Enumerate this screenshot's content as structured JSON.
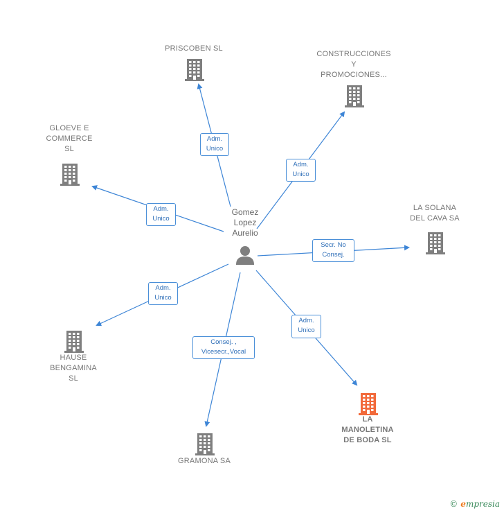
{
  "person": {
    "label": "Gomez\nLopez\nAurelio",
    "icon": "person-icon"
  },
  "companies": [
    {
      "id": "priscoben",
      "label": "PRISCOBEN SL",
      "highlight": false,
      "icon": "building-icon"
    },
    {
      "id": "construcciones",
      "label": "CONSTRUCCIONES\nY\nPROMOCIONES...",
      "highlight": false,
      "icon": "building-icon"
    },
    {
      "id": "gloeve",
      "label": "GLOEVE E\nCOMMERCE\nSL",
      "highlight": false,
      "icon": "building-icon"
    },
    {
      "id": "solana",
      "label": "LA SOLANA\nDEL CAVA SA",
      "highlight": false,
      "icon": "building-icon"
    },
    {
      "id": "hause",
      "label": "HAUSE\nBENGAMINA\nSL",
      "highlight": false,
      "icon": "building-icon"
    },
    {
      "id": "gramona",
      "label": "GRAMONA SA",
      "highlight": false,
      "icon": "building-icon"
    },
    {
      "id": "manoletina",
      "label": "LA\nMANOLETINA\nDE BODA  SL",
      "highlight": true,
      "icon": "building-icon"
    }
  ],
  "relations": [
    {
      "to": "priscoben",
      "label": "Adm.\nUnico"
    },
    {
      "to": "construcciones",
      "label": "Adm.\nUnico"
    },
    {
      "to": "gloeve",
      "label": "Adm.\nUnico"
    },
    {
      "to": "solana",
      "label": "Secr.  No\nConsej."
    },
    {
      "to": "hause",
      "label": "Adm.\nUnico"
    },
    {
      "to": "gramona",
      "label": "Consej. ,\nVicesecr.,Vocal"
    },
    {
      "to": "manoletina",
      "label": "Adm.\nUnico"
    }
  ],
  "colors": {
    "edge": "#3d85d6",
    "icon": "#7f7f7f",
    "highlight": "#f26a3b",
    "box_text": "#2f6fb8"
  },
  "brand": {
    "copyright": "©",
    "name": "mpresia",
    "initial": "e"
  }
}
